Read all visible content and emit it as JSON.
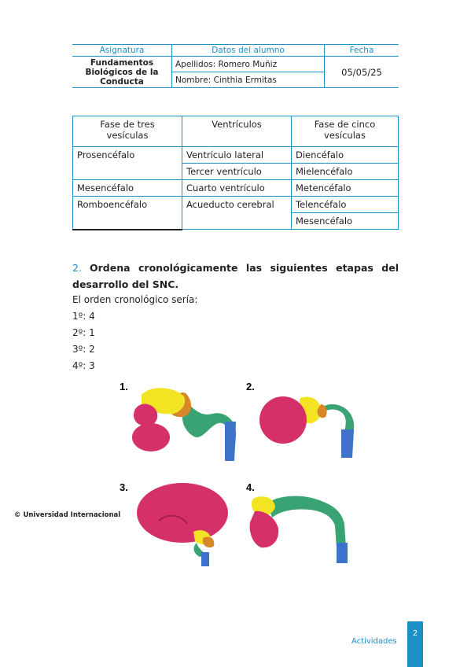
{
  "header": {
    "col_subject": "Asignatura",
    "col_student": "Datos del alumno",
    "col_date": "Fecha",
    "subject_line1": "Fundamentos",
    "subject_line2": "Biológicos de la",
    "subject_line3": "Conducta",
    "surname": "Apellidos: Romero Muñiz",
    "name": "Nombre: Cinthia Ermitas",
    "date": "05/05/25"
  },
  "table": {
    "col1_l1": "Fase de tres",
    "col1_l2": "vesículas",
    "col2": "Ventrículos",
    "col3_l1": "Fase de cinco",
    "col3_l2": "vesículas",
    "three_phase": [
      "Prosencéfalo",
      "Mesencéfalo",
      "Romboencéfalo"
    ],
    "ventricles": [
      "Ventrículo lateral",
      "Tercer ventrículo",
      "Cuarto ventrículo",
      "Acueducto cerebral"
    ],
    "five_phase": [
      "Diencéfalo",
      "Mielencéfalo",
      "Metencéfalo",
      "Telencéfalo",
      "Mesencéfalo"
    ]
  },
  "question": {
    "number": "2.",
    "text": "Ordena cronológicamente las siguientes etapas del desarrollo del SNC."
  },
  "answer": {
    "intro": "El orden cronológico sería:",
    "lines": [
      "1º: 4",
      "2º: 1",
      "3º: 2",
      "4º: 3"
    ]
  },
  "figure": {
    "labels": [
      "1.",
      "2.",
      "3.",
      "4."
    ],
    "colors": {
      "magenta": "#d6306a",
      "yellow": "#f2e323",
      "orange": "#d8862a",
      "green": "#3aa374",
      "blue": "#3d74c9"
    }
  },
  "footer": {
    "copyright": "© Universidad Internacional",
    "section": "Actividades",
    "page": "2"
  }
}
